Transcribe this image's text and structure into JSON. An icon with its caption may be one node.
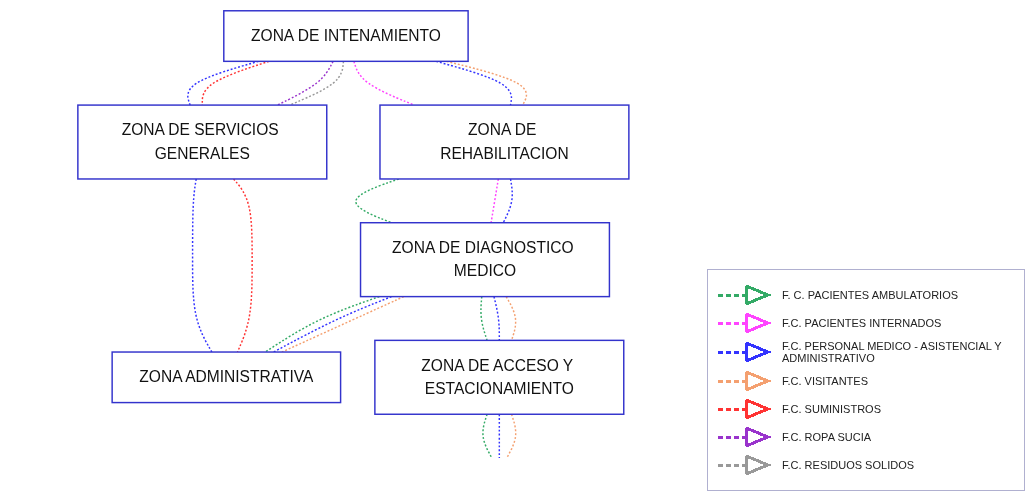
{
  "diagram": {
    "nodes": [
      {
        "text": [
          "ZONA DE INTENAMIENTO"
        ]
      },
      {
        "text": [
          "ZONA DE SERVICIOS GENERALES"
        ]
      },
      {
        "text": [
          "ZONA DE REHABILITACION"
        ]
      },
      {
        "text": [
          "ZONA DE DIAGNOSTICO MEDICO"
        ]
      },
      {
        "text": [
          "ZONA ADMINISTRATIVA"
        ]
      },
      {
        "text": [
          "ZONA DE ACCESO Y ESTACIONAMIENTO"
        ]
      }
    ],
    "edges": [
      {
        "from": 0,
        "to": 1,
        "arrow": "none",
        "style": "dashed",
        "color": "#3333ff"
      },
      {
        "from": 0,
        "to": 1,
        "arrow": "none",
        "style": "dashed",
        "color": "#ff3333"
      },
      {
        "from": 0,
        "to": 1,
        "arrow": "none",
        "style": "dashed",
        "color": "#9933cc"
      },
      {
        "from": 0,
        "to": 1,
        "arrow": "none",
        "style": "dashed",
        "color": "#999999"
      },
      {
        "from": 0,
        "to": 2,
        "arrow": "none",
        "style": "dashed",
        "color": "#ff44ff"
      },
      {
        "from": 0,
        "to": 2,
        "arrow": "none",
        "style": "dashed",
        "color": "#3333ff"
      },
      {
        "from": 0,
        "to": 2,
        "arrow": "none",
        "style": "dashed",
        "color": "#f4a070"
      },
      {
        "from": 1,
        "to": 4,
        "arrow": "none",
        "style": "dashed",
        "color": "#3333ff"
      },
      {
        "from": 1,
        "to": 4,
        "arrow": "none",
        "style": "dashed",
        "color": "#ff3333"
      },
      {
        "from": 2,
        "to": 3,
        "arrow": "none",
        "style": "dashed",
        "color": "#33aa66"
      },
      {
        "from": 2,
        "to": 3,
        "arrow": "none",
        "style": "dashed",
        "color": "#ff44ff"
      },
      {
        "from": 2,
        "to": 3,
        "arrow": "none",
        "style": "dashed",
        "color": "#3333ff"
      },
      {
        "from": 3,
        "to": 4,
        "arrow": "none",
        "style": "dashed",
        "color": "#33aa66"
      },
      {
        "from": 3,
        "to": 4,
        "arrow": "none",
        "style": "dashed",
        "color": "#3333ff"
      },
      {
        "from": 3,
        "to": 4,
        "arrow": "none",
        "style": "dashed",
        "color": "#f4a070"
      },
      {
        "from": 3,
        "to": 5,
        "arrow": "none",
        "style": "dashed",
        "color": "#33aa66"
      },
      {
        "from": 3,
        "to": 5,
        "arrow": "none",
        "style": "dashed",
        "color": "#3333ff"
      },
      {
        "from": 3,
        "to": 5,
        "arrow": "none",
        "style": "dashed",
        "color": "#f4a070"
      },
      {
        "from": 5,
        "to": null,
        "arrow": "none",
        "style": "dashed",
        "color": "#33aa66"
      },
      {
        "from": 5,
        "to": null,
        "arrow": "none",
        "style": "dashed",
        "color": "#3333ff"
      },
      {
        "from": 5,
        "to": null,
        "arrow": "none",
        "style": "dashed",
        "color": "#f4a070"
      }
    ],
    "legend": [
      {
        "text": "F. C. PACIENTES AMBULATORIOS",
        "color": "#33aa66"
      },
      {
        "text": "F.C. PACIENTES INTERNADOS",
        "color": "#ff44ff"
      },
      {
        "text": "F.C. PERSONAL MEDICO - ASISTENCIAL Y ADMINISTRATIVO",
        "color": "#3333ff"
      },
      {
        "text": "F.C. VISITANTES",
        "color": "#f4a070"
      },
      {
        "text": "F.C. SUMINISTROS",
        "color": "#ff3333"
      },
      {
        "text": "F.C. ROPA SUCIA",
        "color": "#9933cc"
      },
      {
        "text": "F.C. RESIDUOS SOLIDOS",
        "color": "#999999"
      }
    ]
  }
}
